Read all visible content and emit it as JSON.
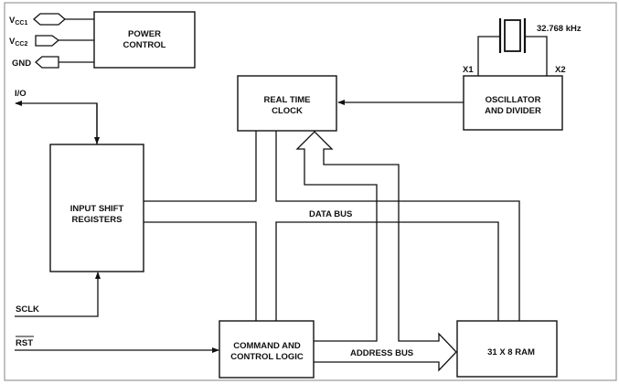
{
  "pins": {
    "vcc1": {
      "main": "V",
      "sub": "CC1"
    },
    "vcc2": {
      "main": "V",
      "sub": "CC2"
    },
    "gnd": "GND",
    "io": "I/O",
    "sclk": "SCLK",
    "rst": "RST",
    "x1": "X1",
    "x2": "X2"
  },
  "blocks": {
    "power_control": [
      "POWER",
      "CONTROL"
    ],
    "real_time_clock": [
      "REAL TIME",
      "CLOCK"
    ],
    "oscillator": [
      "OSCILLATOR",
      "AND DIVIDER"
    ],
    "input_shift_registers": [
      "INPUT SHIFT",
      "REGISTERS"
    ],
    "command_logic": [
      "COMMAND AND",
      "CONTROL LOGIC"
    ],
    "ram": "31 X 8 RAM"
  },
  "crystal_label": "32.768 kHz",
  "buses": {
    "data": "DATA BUS",
    "address": "ADDRESS BUS"
  }
}
